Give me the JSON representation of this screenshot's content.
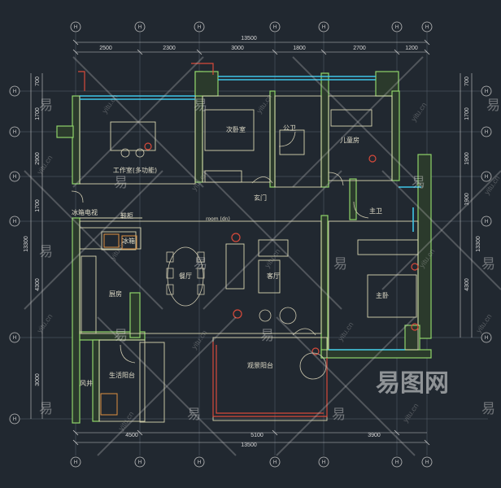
{
  "drawing": {
    "dimensions_top": {
      "total": "13500",
      "segments": [
        "2500",
        "2300",
        "3000",
        "1800",
        "2700",
        "1200"
      ]
    },
    "dimensions_bottom": {
      "total": "13500",
      "segments": [
        "4500",
        "5100",
        "3900"
      ]
    },
    "dimensions_left": {
      "total": "13300",
      "segments": [
        "700",
        "1700",
        "2900",
        "1700",
        "4300",
        "3000"
      ]
    },
    "dimensions_right": {
      "total": "13300",
      "segments": [
        "700",
        "1700",
        "1900",
        "1900",
        "4300"
      ]
    },
    "axis_marker_label": "H",
    "rooms": {
      "study": "工作室(多功能)",
      "master_bedroom": "次卧室",
      "bathroom": "公卫",
      "kids_room": "儿童房",
      "entrance": "玄门",
      "main_bath": "主卫",
      "fridge_cabinet": "冰箱电视",
      "shoe_cabinet": "鞋柜",
      "fridge": "冰箱",
      "room_label": "room (dn)",
      "dining": "餐厅",
      "living": "客厅",
      "kitchen": "厨房",
      "master_room": "主卧",
      "laundry_balcony": "生活阳台",
      "view_balcony": "观景阳台",
      "wind": "风井"
    }
  },
  "watermark": {
    "cn": "易",
    "en": "yitu.cn",
    "brand": "易图网"
  },
  "colors": {
    "background": "#212830",
    "wall": "#8fd46a",
    "line": "#d8d4b0",
    "window": "#3fc6e8",
    "red": "#d84a3a"
  }
}
